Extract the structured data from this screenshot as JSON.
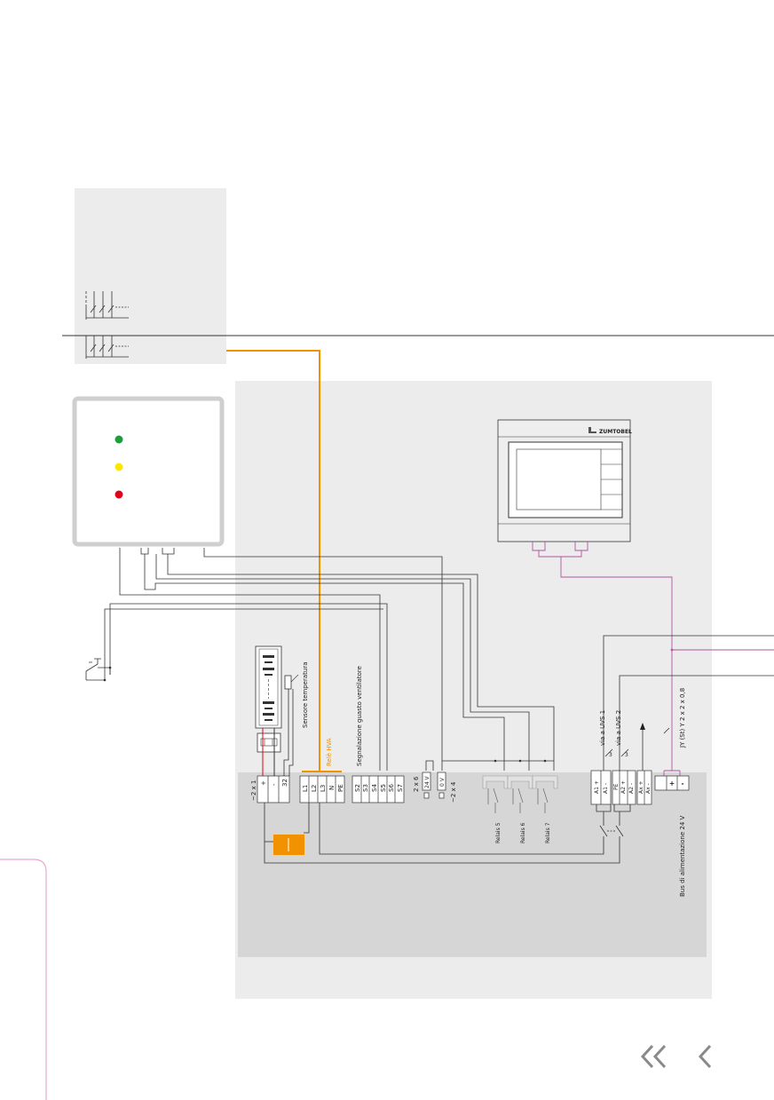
{
  "brand": "ZUMTOBEL",
  "labels": {
    "temp_sensor": "Sensore temperatura",
    "hva_relay": "Relè HVA",
    "fan_fault": "Segnalazione guasto ventilatore",
    "via_uvs1": "via a UVS 1",
    "via_uvs2": "via a UVS 2",
    "bus_cable": "JY (St) Y 2 x 2 x 0,8",
    "bus_power": "Bus di alimentazione 24 V",
    "relay5": "Relais 5",
    "relay6": "Relais 6",
    "relay7": "Relais 7",
    "x1": "~2 x 1",
    "x6": "2 x 6",
    "x4": "~2 x 4",
    "v24": "24 V",
    "v0": "0 V",
    "n3a": "3",
    "n3b": "3"
  },
  "terminals": {
    "x1": [
      "+",
      "-",
      "32"
    ],
    "hva": [
      "L1",
      "L2",
      "L3",
      "N",
      "PE"
    ],
    "fan": [
      "S2",
      "S3",
      "S4",
      "S5",
      "S6",
      "S7"
    ],
    "uvs1": [
      "A1 +",
      "A1 -"
    ],
    "uvs_pe": [
      "PE"
    ],
    "uvs2": [
      "A2 +",
      "A2 -"
    ],
    "ax": [
      "Ax +",
      "Ax -"
    ],
    "bus": [
      "",
      "+",
      "-"
    ]
  },
  "colors": {
    "orange": "#f39200",
    "magenta": "#b0559e",
    "red": "#e2001a",
    "green": "#1e9e3a",
    "yellow": "#ffe600",
    "panel": "#ececec",
    "panel_dark": "#d6d6d6"
  },
  "nav": {
    "first": "chevron-double-left-icon",
    "prev": "chevron-left-icon"
  }
}
